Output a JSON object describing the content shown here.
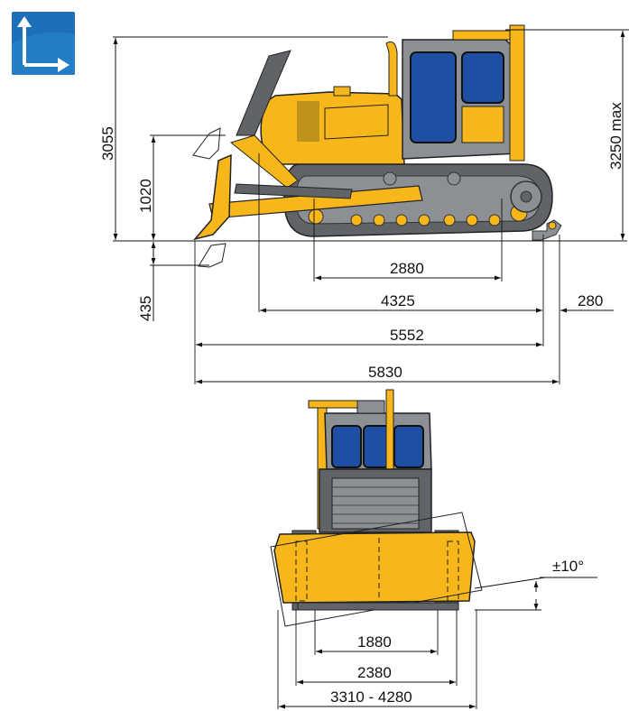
{
  "logo_icon": "axes-arrows-icon",
  "colors": {
    "body_yellow": "#f7b71a",
    "cab_grey": "#8c8f94",
    "glass_blue": "#1f4fa3",
    "track_dark": "#606468",
    "logo_blue": "#1d6fb8"
  },
  "side_view": {
    "height_total": "3055",
    "height_cab_max": "3250 max",
    "blade_lift": "1020",
    "blade_drop": "435",
    "track_base": "2880",
    "length_a": "4325",
    "length_b": "5552",
    "length_total": "5830",
    "hitch_offset": "280"
  },
  "front_view": {
    "track_gauge": "1880",
    "track_width": "2380",
    "blade_width": "3310 - 4280",
    "tilt_angle": "±10°"
  }
}
